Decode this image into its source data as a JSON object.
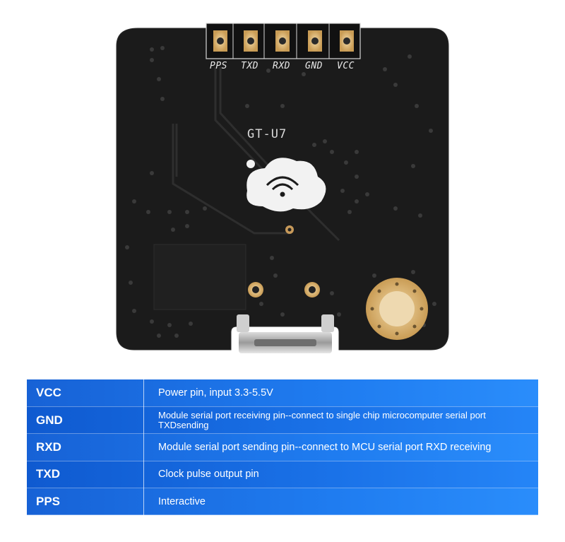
{
  "board": {
    "pin_labels": [
      "PPS",
      "TXD",
      "RXD",
      "GND",
      "VCC"
    ],
    "chip_label": "GT-U7",
    "colors": {
      "pcb": "#1c1c1c",
      "pad": "#d9b77a",
      "silk": "#e8e8e8"
    }
  },
  "table": {
    "rows": [
      {
        "pin": "VCC",
        "desc": "Power pin, input 3.3-5.5V"
      },
      {
        "pin": "GND",
        "desc": "Module serial port receiving pin--connect to single chip microcomputer serial port TXDsending"
      },
      {
        "pin": "RXD",
        "desc": "Module serial port sending pin--connect to MCU serial port RXD receiving"
      },
      {
        "pin": "TXD",
        "desc": "Clock pulse output pin"
      },
      {
        "pin": "PPS",
        "desc": "Interactive"
      }
    ],
    "colors": {
      "row": "#1a6fe6",
      "text": "#ffffff"
    }
  }
}
